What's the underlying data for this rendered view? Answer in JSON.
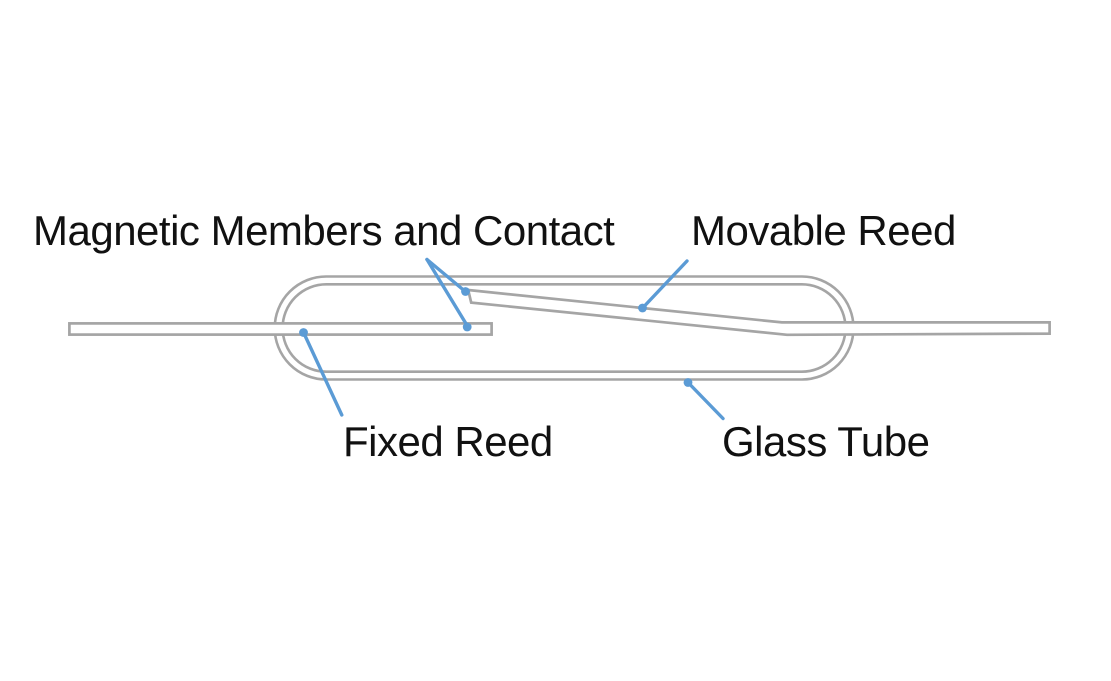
{
  "diagram": {
    "labels": {
      "magnetic_members_and_contact": "Magnetic Members and Contact",
      "movable_reed": "Movable Reed",
      "fixed_reed": "Fixed Reed",
      "glass_tube": "Glass Tube"
    },
    "components": [
      "Magnetic Members and Contact",
      "Movable Reed",
      "Fixed Reed",
      "Glass Tube"
    ],
    "colors": {
      "leader": "#5B9BD5",
      "outline": "#A5A5A5",
      "text": "#111111",
      "background": "#FFFFFF"
    }
  }
}
